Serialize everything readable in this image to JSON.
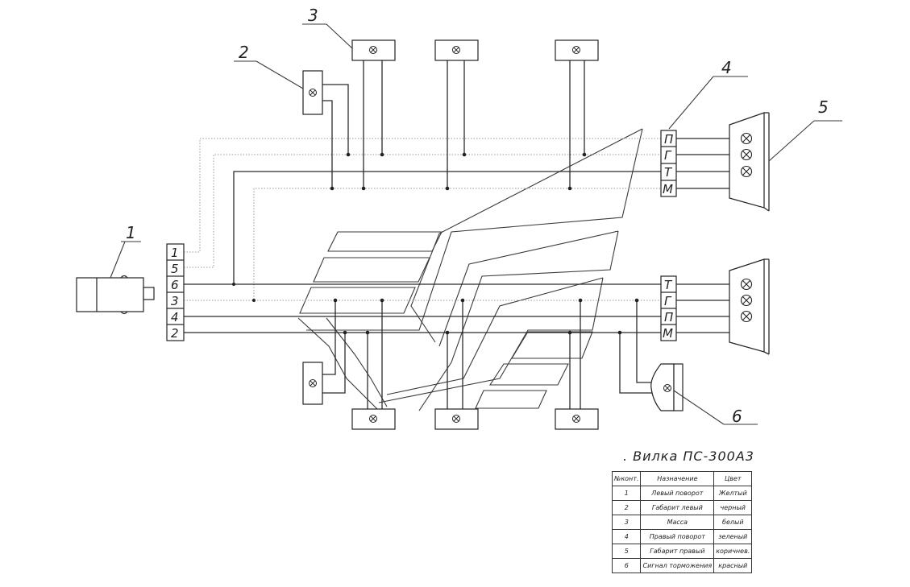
{
  "callouts": [
    "1",
    "2",
    "3",
    "4",
    "5",
    "6"
  ],
  "connector_pins": [
    "1",
    "5",
    "6",
    "3",
    "4",
    "2"
  ],
  "front_terminals": [
    "П",
    "Г",
    "Т",
    "М"
  ],
  "rear_terminals": [
    "Т",
    "Г",
    "П",
    "М"
  ],
  "table": {
    "title": ". Вилка  ПС-300А3",
    "headers": [
      "№конт.",
      "Назначение",
      "Цвет"
    ],
    "rows": [
      [
        "1",
        "Левый поворот",
        "Желтый"
      ],
      [
        "2",
        "Габарит левый",
        "черный"
      ],
      [
        "3",
        "Масса",
        "белый"
      ],
      [
        "4",
        "Правый поворот",
        "зеленый"
      ],
      [
        "5",
        "Габарит правый",
        "коричнев."
      ],
      [
        "6",
        "Сигнал торможения",
        "красный"
      ]
    ]
  }
}
